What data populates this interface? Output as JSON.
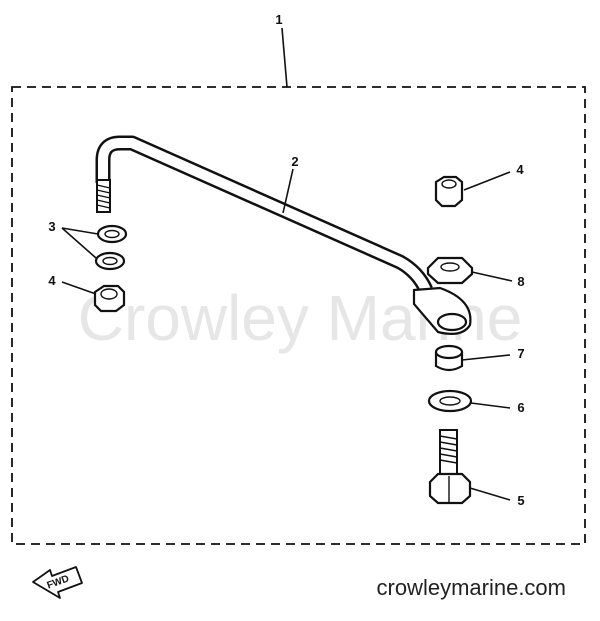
{
  "watermark": "Crowley Marine",
  "site_url": "crowleymarine.com",
  "fwd_label": "FWD",
  "callouts": {
    "c1": "1",
    "c2": "2",
    "c3": "3",
    "c4a": "4",
    "c4b": "4",
    "c5": "5",
    "c6": "6",
    "c7": "7",
    "c8": "8"
  }
}
